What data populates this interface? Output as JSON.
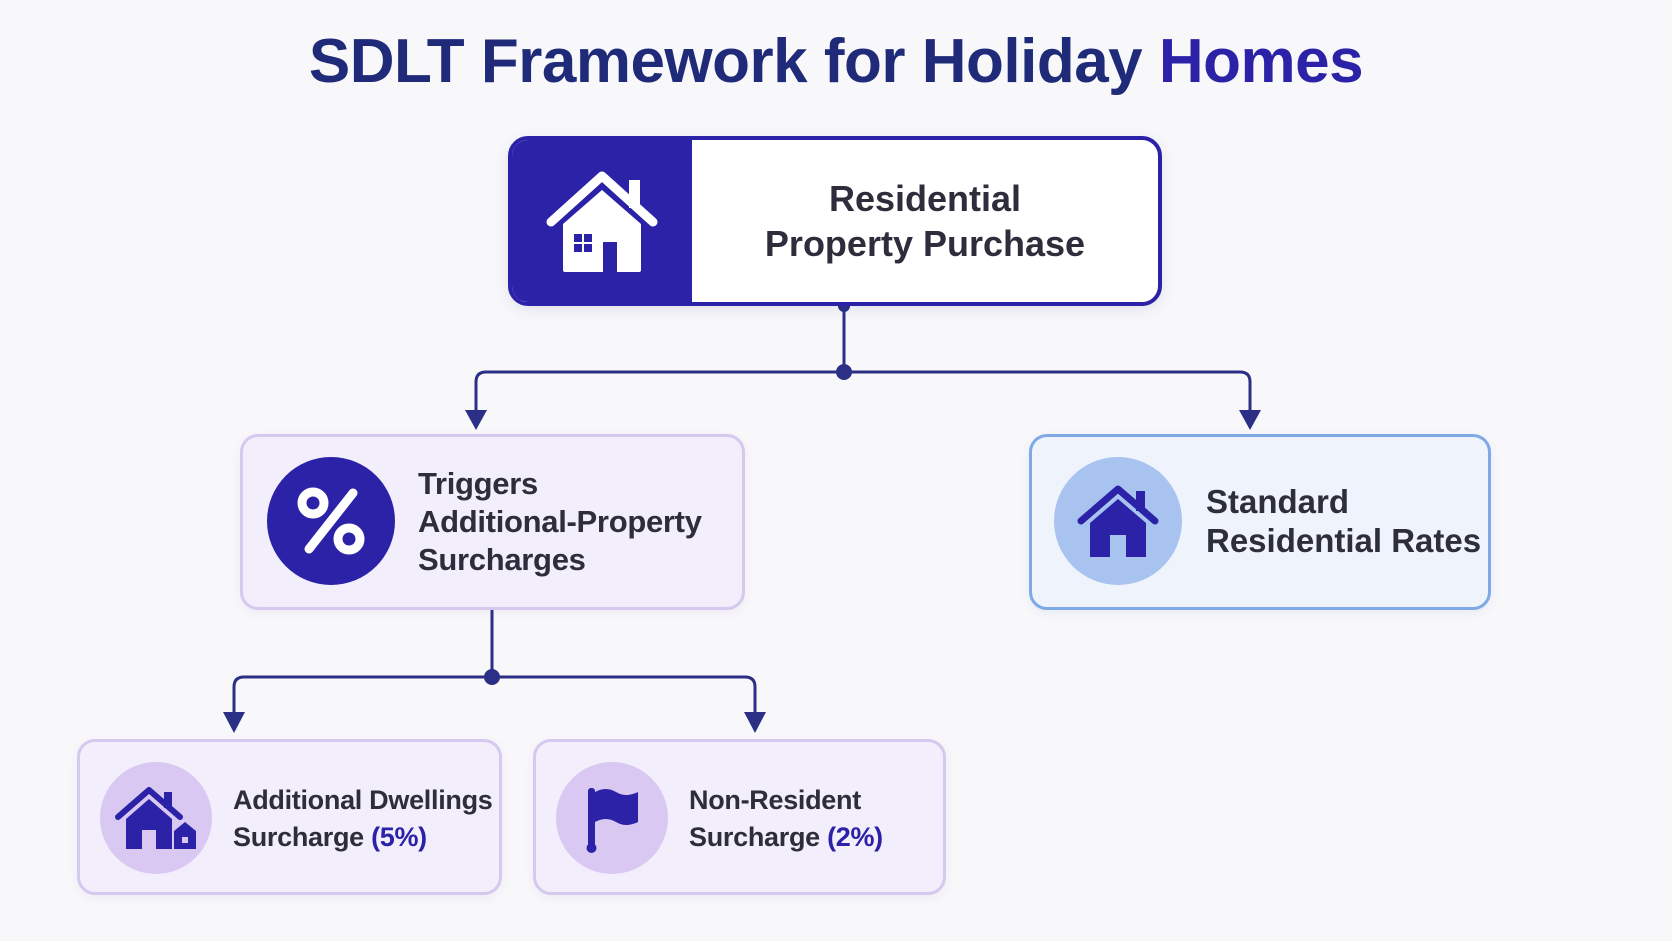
{
  "title": {
    "main": "SDLT Framework for Holiday",
    "accent": "Homes"
  },
  "root": {
    "icon": "house-icon",
    "line1": "Residential",
    "line2": "Property Purchase"
  },
  "branches": {
    "surcharges": {
      "icon": "percent-icon",
      "line1": "Triggers",
      "line2": "Additional-Property",
      "line3": "Surcharges"
    },
    "standard": {
      "icon": "house-icon",
      "line1": "Standard",
      "line2": "Residential Rates"
    }
  },
  "leaves": {
    "additional_dwellings": {
      "icon": "houses-icon",
      "line1": "Additional Dwellings",
      "line2": "Surcharge",
      "rate": "(5%)"
    },
    "non_resident": {
      "icon": "flag-icon",
      "line1": "Non-Resident",
      "line2": "Surcharge",
      "rate": "(2%)"
    }
  },
  "colors": {
    "primary": "#2b22a8",
    "title": "#1f2a78",
    "purple_box": "#f2eefb",
    "purple_border": "#d6c9ef",
    "blue_box": "#eef3fc",
    "blue_border": "#7ea9e6"
  }
}
